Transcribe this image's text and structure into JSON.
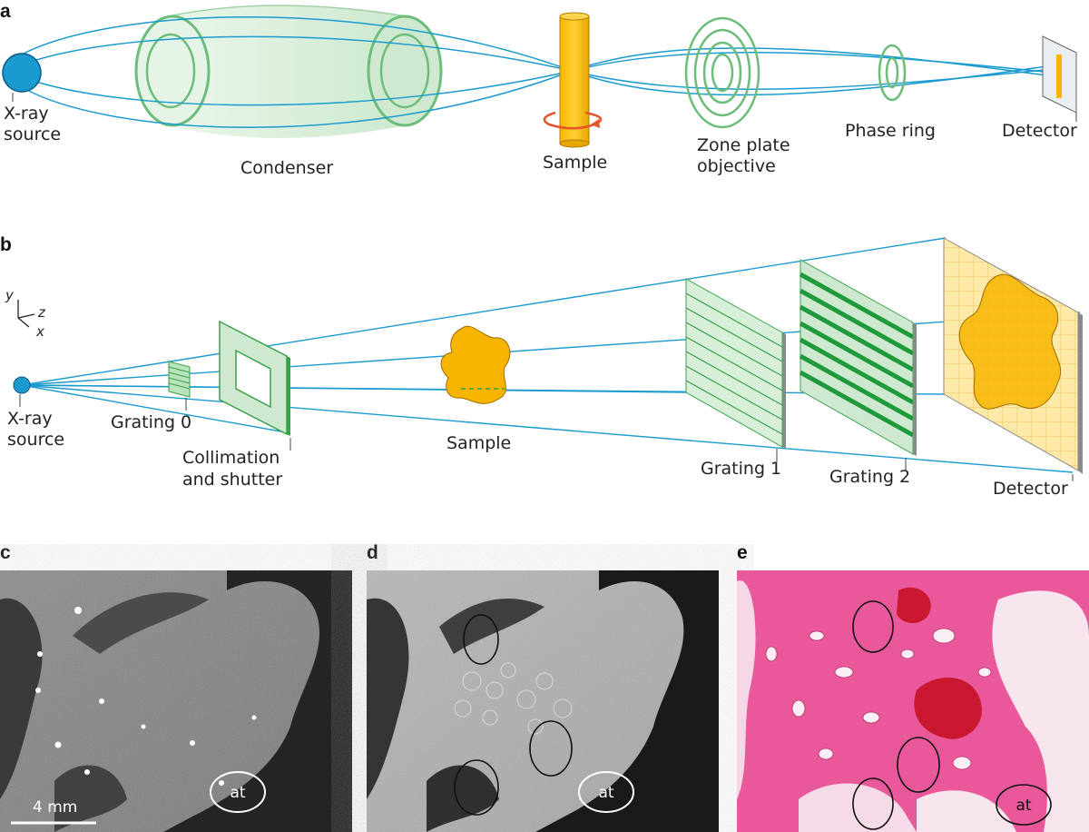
{
  "panels": {
    "a": {
      "letter": "a",
      "labels": {
        "source": [
          "X-ray",
          "source"
        ],
        "condenser": "Condenser",
        "sample": "Sample",
        "zone_plate": [
          "Zone plate",
          "objective"
        ],
        "phase_ring": "Phase ring",
        "detector": "Detector"
      }
    },
    "b": {
      "letter": "b",
      "axes": {
        "y": "y",
        "z": "z",
        "x": "x"
      },
      "labels": {
        "source": [
          "X-ray",
          "source"
        ],
        "grating0": "Grating 0",
        "collimation": [
          "Collimation",
          "and shutter"
        ],
        "sample": "Sample",
        "grating1": "Grating 1",
        "grating2": "Grating 2",
        "detector": "Detector"
      }
    },
    "c": {
      "letter": "c",
      "scale_bar": "4 mm",
      "region_label": "at"
    },
    "d": {
      "letter": "d",
      "region_label": "at"
    },
    "e": {
      "letter": "e",
      "region_label": "at"
    }
  },
  "colors": {
    "beam": "#1a9bd0",
    "green": "#6cbd7a",
    "green_fill": "#d8efd9",
    "sample": "#f7b500",
    "arrow": "#e5542b",
    "detector_grid": "#fde9a8",
    "stain_pink": "#e9589a",
    "stain_red": "#c9182f"
  }
}
